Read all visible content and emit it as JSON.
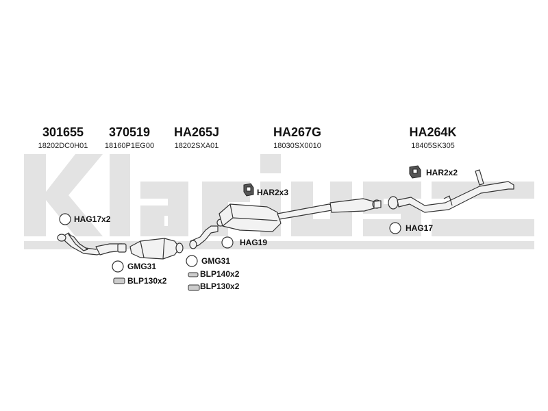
{
  "watermark": {
    "brand_text": "Klarius",
    "color": "#e3e3e3"
  },
  "parts": [
    {
      "number": "301655",
      "ref": "18202DC0H01"
    },
    {
      "number": "370519",
      "ref": "18160P1EG00"
    },
    {
      "number": "HA265J",
      "ref": "18202SXA01"
    },
    {
      "number": "HA267G",
      "ref": "18030SX0010"
    },
    {
      "number": "HA264K",
      "ref": "18405SK305"
    }
  ],
  "fittings": {
    "hag17x2": "HAG17x2",
    "gmg31_a": "GMG31",
    "blp130x2_a": "BLP130x2",
    "gmg31_b": "GMG31",
    "blp140x2": "BLP140x2",
    "blp130x2_b": "BLP130x2",
    "hag19": "HAG19",
    "har2x3": "HAR2x3",
    "har2x2": "HAR2x2",
    "hag17": "HAG17"
  },
  "colors": {
    "pipe_fill": "#f2f2f2",
    "pipe_stroke": "#333333",
    "text": "#111111"
  }
}
